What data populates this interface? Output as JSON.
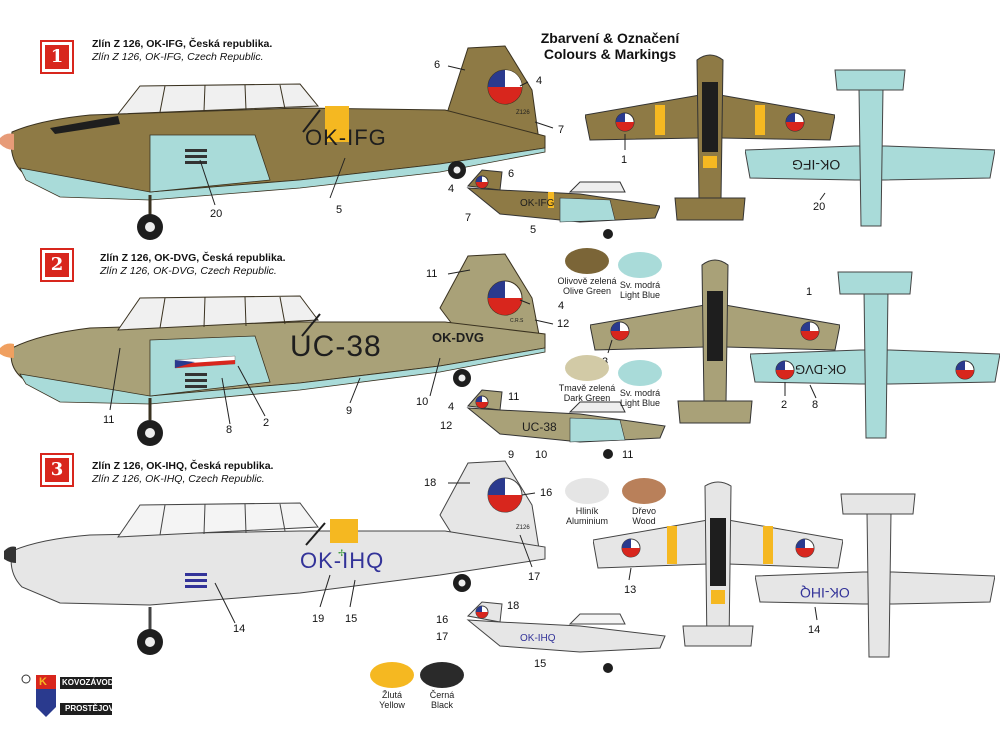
{
  "heading": {
    "line1": "Zbarvení & Označení",
    "line2": "Colours & Markings"
  },
  "schemes": [
    {
      "number": "1",
      "title_cz": "Zlín Z 126, OK-IFG, Česká republika.",
      "title_en": "Zlín Z 126, OK-IFG, Czech Republic.",
      "registration": "OK-IFG",
      "fin_text": "Z126"
    },
    {
      "number": "2",
      "title_cz": "Zlín Z 126, OK-DVG, Česká republika.",
      "title_en": "Zlín Z 126, OK-DVG, Czech Republic.",
      "registration": "OK-DVG",
      "code": "UC-38",
      "fin_text": "C.R.S"
    },
    {
      "number": "3",
      "title_cz": "Zlín Z 126, OK-IHQ, Česká republika.",
      "title_en": "Zlín Z 126, OK-IHQ, Czech Republic.",
      "registration": "OK-IHQ",
      "fin_text": "Z126"
    }
  ],
  "callouts": {
    "s1": [
      "6",
      "4",
      "7",
      "5",
      "20",
      "4",
      "6",
      "7",
      "5",
      "1",
      "20"
    ],
    "s2": [
      "11",
      "4",
      "12",
      "10",
      "9",
      "11",
      "8",
      "2",
      "4",
      "11",
      "12",
      "9",
      "10",
      "11",
      "3",
      "1",
      "2",
      "8"
    ],
    "s3": [
      "18",
      "16",
      "17",
      "19",
      "15",
      "14",
      "16",
      "18",
      "17",
      "15",
      "13",
      "14"
    ]
  },
  "swatches": [
    {
      "cz": "Olivově zelená",
      "en": "Olive Green",
      "color": "#7b6537"
    },
    {
      "cz": "Sv. modrá",
      "en": "Light Blue",
      "color": "#a9dbd9"
    },
    {
      "cz": "Tmavě zelená",
      "en": "Dark Green",
      "color": "#d2caa6"
    },
    {
      "cz": "Sv. modrá",
      "en": "Light Blue",
      "color": "#a9dbd9"
    },
    {
      "cz": "Hliník",
      "en": "Aluminium",
      "color": "#e5e5e5"
    },
    {
      "cz": "Dřevo",
      "en": "Wood",
      "color": "#b9805a"
    },
    {
      "cz": "Žlutá",
      "en": "Yellow",
      "color": "#f5b821"
    },
    {
      "cz": "Černá",
      "en": "Black",
      "color": "#2a2a2a"
    }
  ],
  "logo": {
    "line1": "KOVOZÁVODY",
    "line2": "PROSTĚJOV",
    "mark": "K"
  },
  "colors": {
    "olive": "#8e7a45",
    "khaki": "#a9a178",
    "light_blue": "#a9dbd9",
    "aluminium": "#e6e6e6",
    "yellow": "#f5b821",
    "black": "#1e1e1e",
    "roundel_red": "#d8261d",
    "roundel_blue": "#2a3a8e",
    "reg_blue": "#333399",
    "badge_red": "#d8261d"
  }
}
